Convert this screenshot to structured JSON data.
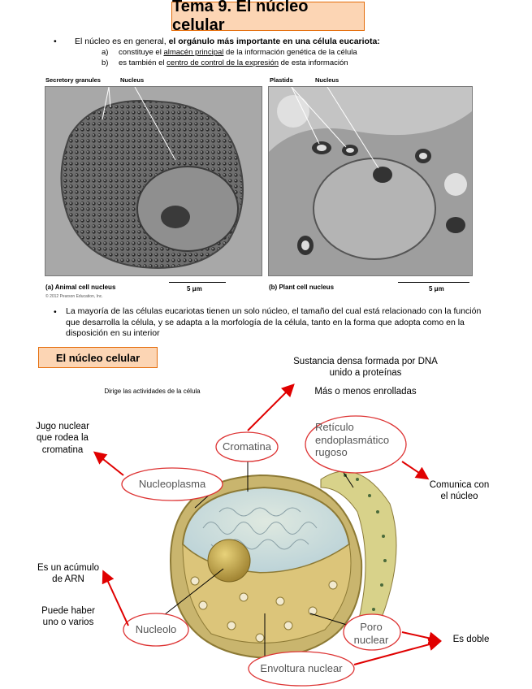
{
  "title": "Tema 9. El núcleo celular",
  "intro": {
    "bullet": "•",
    "line_pre": "El núcleo es en general, ",
    "line_bold": "el orgánulo más importante en una célula eucariota:",
    "items": [
      {
        "marker": "a)",
        "pre": "constituye el ",
        "underlined": "almacén principal",
        "post": " de la información genética de la célula"
      },
      {
        "marker": "b)",
        "pre": "es también el ",
        "underlined": "centro de control de la expresión",
        "post": " de esta información"
      }
    ]
  },
  "figure": {
    "left_labels": {
      "granules": "Secretory granules",
      "nucleus": "Nucleus"
    },
    "right_labels": {
      "plastids": "Plastids",
      "nucleus": "Nucleus"
    },
    "caption_a": "(a) Animal cell nucleus",
    "caption_b": "(b) Plant cell nucleus",
    "scale_a": "5 μm",
    "scale_b": "5 μm",
    "copyright": "© 2012 Pearson Education, Inc."
  },
  "bullet2": {
    "bullet": "•",
    "text": "La mayoría de las células eucariotas tienen un solo núcleo, el tamaño del cual está relacionado con la función que desarrolla la célula, y se adapta a la morfología de la célula, tanto en la forma que adopta como en la disposición en su interior"
  },
  "section_title": "El núcleo celular",
  "diagram": {
    "directs": "Dirige las actividades de la célula",
    "dense": "Sustancia densa formada por DNA unido a proteínas",
    "rolled": "Más o menos enrolladas",
    "juice": "Jugo nuclear que rodea la cromatina",
    "communicates": "Comunica con el núcleo",
    "rna": "Es un acúmulo de ARN",
    "several": "Puede haber uno o varios",
    "double": "Es doble",
    "labels": {
      "cromatina": "Cromatina",
      "reticulo": "Retículo endoplasmático rugoso",
      "nucleoplasma": "Nucleoplasma",
      "nucleolo": "Nucleolo",
      "poro": "Poro nuclear",
      "envoltura": "Envoltura nuclear"
    },
    "colors": {
      "arrow": "#e00000",
      "oval": "#d44",
      "shell": "#c9b56e",
      "inner": "#cfe3ea"
    }
  }
}
